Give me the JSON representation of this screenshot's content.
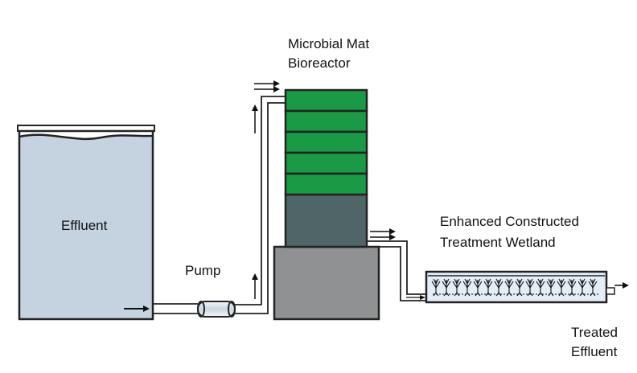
{
  "labels": {
    "effluent": "Effluent",
    "pump": "Pump",
    "bioreactor_line1": "Microbial Mat",
    "bioreactor_line2": "Bioreactor",
    "wetland_line1": "Enhanced Constructed",
    "wetland_line2": "Treatment Wetland",
    "treated_line1": "Treated",
    "treated_line2": "Effluent"
  },
  "colors": {
    "tank_water": "#c5d3e1",
    "mat_green": "#1a9a45",
    "reactor_dark": "#4f6568",
    "base_gray": "#8f9193",
    "pump_fill": "#dce5ec",
    "wetland_fill": "#e4eef6",
    "plant_stroke": "#111111"
  }
}
